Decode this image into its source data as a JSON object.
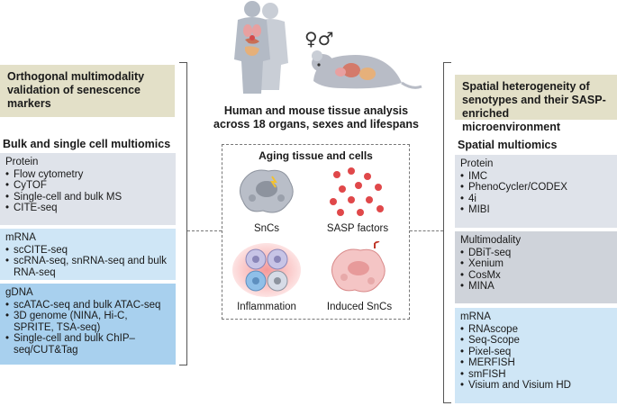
{
  "symbols": {
    "sexes": "♀♂"
  },
  "left": {
    "header": "Orthogonal multimodality validation of senescence markers",
    "section_title": "Bulk and single cell multiomics",
    "panels": [
      {
        "title": "Protein",
        "items": [
          "Flow cytometry",
          "CyTOF",
          "Single-cell and bulk MS",
          "CITE-seq"
        ]
      },
      {
        "title": "mRNA",
        "items": [
          "scCITE-seq",
          "scRNA-seq, snRNA-seq and bulk RNA-seq"
        ]
      },
      {
        "title": "gDNA",
        "items": [
          "scATAC-seq and bulk ATAC-seq",
          "3D genome (NINA, Hi-C, SPRITE, TSA-seq)",
          "Single-cell and bulk ChIP–seq/CUT&Tag"
        ]
      }
    ]
  },
  "center": {
    "title": "Human and mouse tissue analysis across 18 organs, sexes and lifespans",
    "box_title": "Aging tissue and cells",
    "cells": [
      "SnCs",
      "SASP factors",
      "Inflammation",
      "Induced SnCs"
    ]
  },
  "right": {
    "header": "Spatial heterogeneity of senotypes and their SASP-enriched microenvironment",
    "section_title": "Spatial multiomics",
    "panels": [
      {
        "title": "Protein",
        "items": [
          "IMC",
          "PhenoCycler/CODEX",
          "4i",
          "MIBI"
        ]
      },
      {
        "title": "Multimodality",
        "items": [
          "DBiT-seq",
          "Xenium",
          "CosMx",
          "MINA"
        ]
      },
      {
        "title": "mRNA",
        "items": [
          "RNAscope",
          "Seq-Scope",
          "Pixel-seq",
          "MERFISH",
          "smFISH",
          "Visium and Visium HD"
        ]
      }
    ]
  },
  "colors": {
    "header_bg": "#e3e0c8",
    "panel_grey": "#dfe3ea",
    "panel_light_blue": "#cfe6f6",
    "panel_mid_blue": "#a8d0ee",
    "sasp_red": "#e0484a"
  }
}
